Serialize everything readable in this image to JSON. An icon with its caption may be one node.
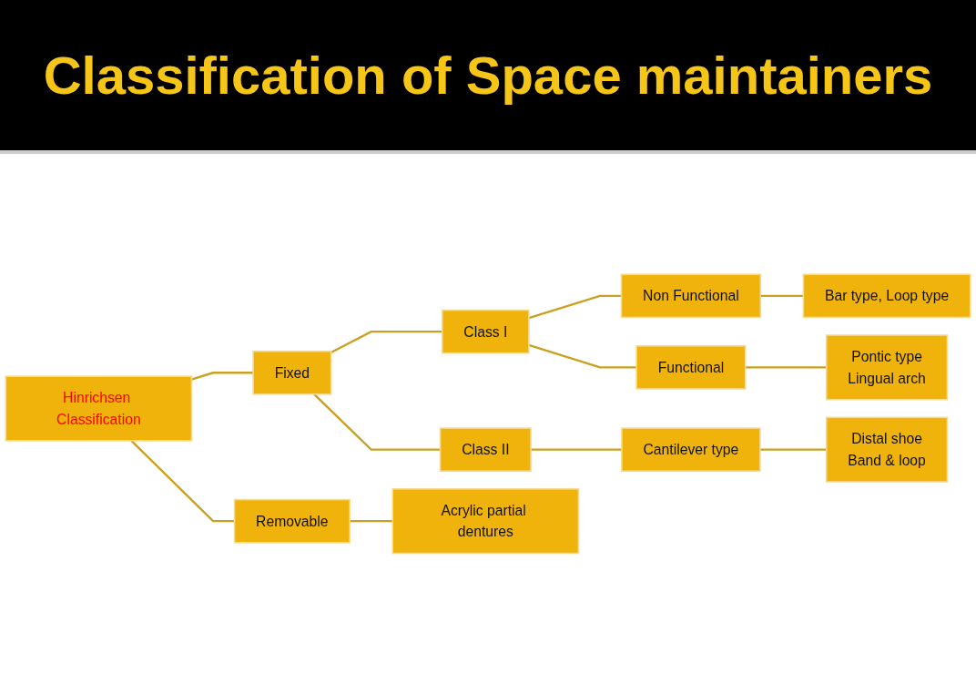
{
  "diagram": {
    "title": "Classification of Space maintainers",
    "nodes": [
      {
        "text": [
          "Hinrichsen Classification"
        ]
      },
      {
        "text": [
          "Fixed"
        ]
      },
      {
        "text": [
          "Removable"
        ]
      },
      {
        "text": [
          "Class I"
        ]
      },
      {
        "text": [
          "Class II"
        ]
      },
      {
        "text": [
          "Acrylic partial dentures"
        ]
      },
      {
        "text": [
          "Non Functional"
        ]
      },
      {
        "text": [
          "Functional"
        ]
      },
      {
        "text": [
          "Cantilever type"
        ]
      },
      {
        "text": [
          "Bar type, Loop type"
        ]
      },
      {
        "text": [
          "Pontic type",
          "Lingual arch"
        ]
      },
      {
        "text": [
          "Distal shoe",
          "Band & loop"
        ]
      }
    ],
    "edges": [
      {
        "from": 0,
        "to": 1,
        "arrow": "none"
      },
      {
        "from": 0,
        "to": 2,
        "arrow": "none"
      },
      {
        "from": 1,
        "to": 3,
        "arrow": "none"
      },
      {
        "from": 1,
        "to": 4,
        "arrow": "none"
      },
      {
        "from": 2,
        "to": 5,
        "arrow": "none"
      },
      {
        "from": 3,
        "to": 6,
        "arrow": "none"
      },
      {
        "from": 3,
        "to": 7,
        "arrow": "none"
      },
      {
        "from": 4,
        "to": 8,
        "arrow": "none"
      },
      {
        "from": 6,
        "to": 9,
        "arrow": "none"
      },
      {
        "from": 7,
        "to": 10,
        "arrow": "none"
      },
      {
        "from": 8,
        "to": 11,
        "arrow": "none"
      }
    ]
  }
}
